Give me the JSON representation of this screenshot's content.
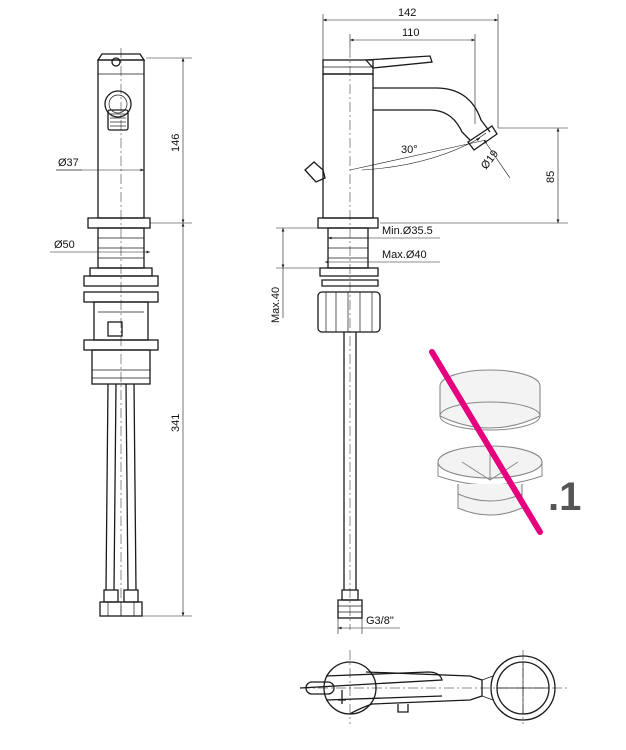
{
  "dimensions": {
    "overall_width": "142",
    "spout_reach": "110",
    "spout_angle": "30°",
    "outlet_diameter": "Ø19",
    "spout_height": "85",
    "body_diameter": "Ø37",
    "base_diameter": "Ø50",
    "body_height": "146",
    "shank_length": "341",
    "hole_min": "Min.Ø35.5",
    "hole_max": "Max.Ø40",
    "max_thickness": "Max.40",
    "connection": "G3/8\""
  },
  "waste_marker": ".1",
  "colors": {
    "line": "#1a1a1a",
    "strike": "#e6007e",
    "photo": "#888888"
  }
}
